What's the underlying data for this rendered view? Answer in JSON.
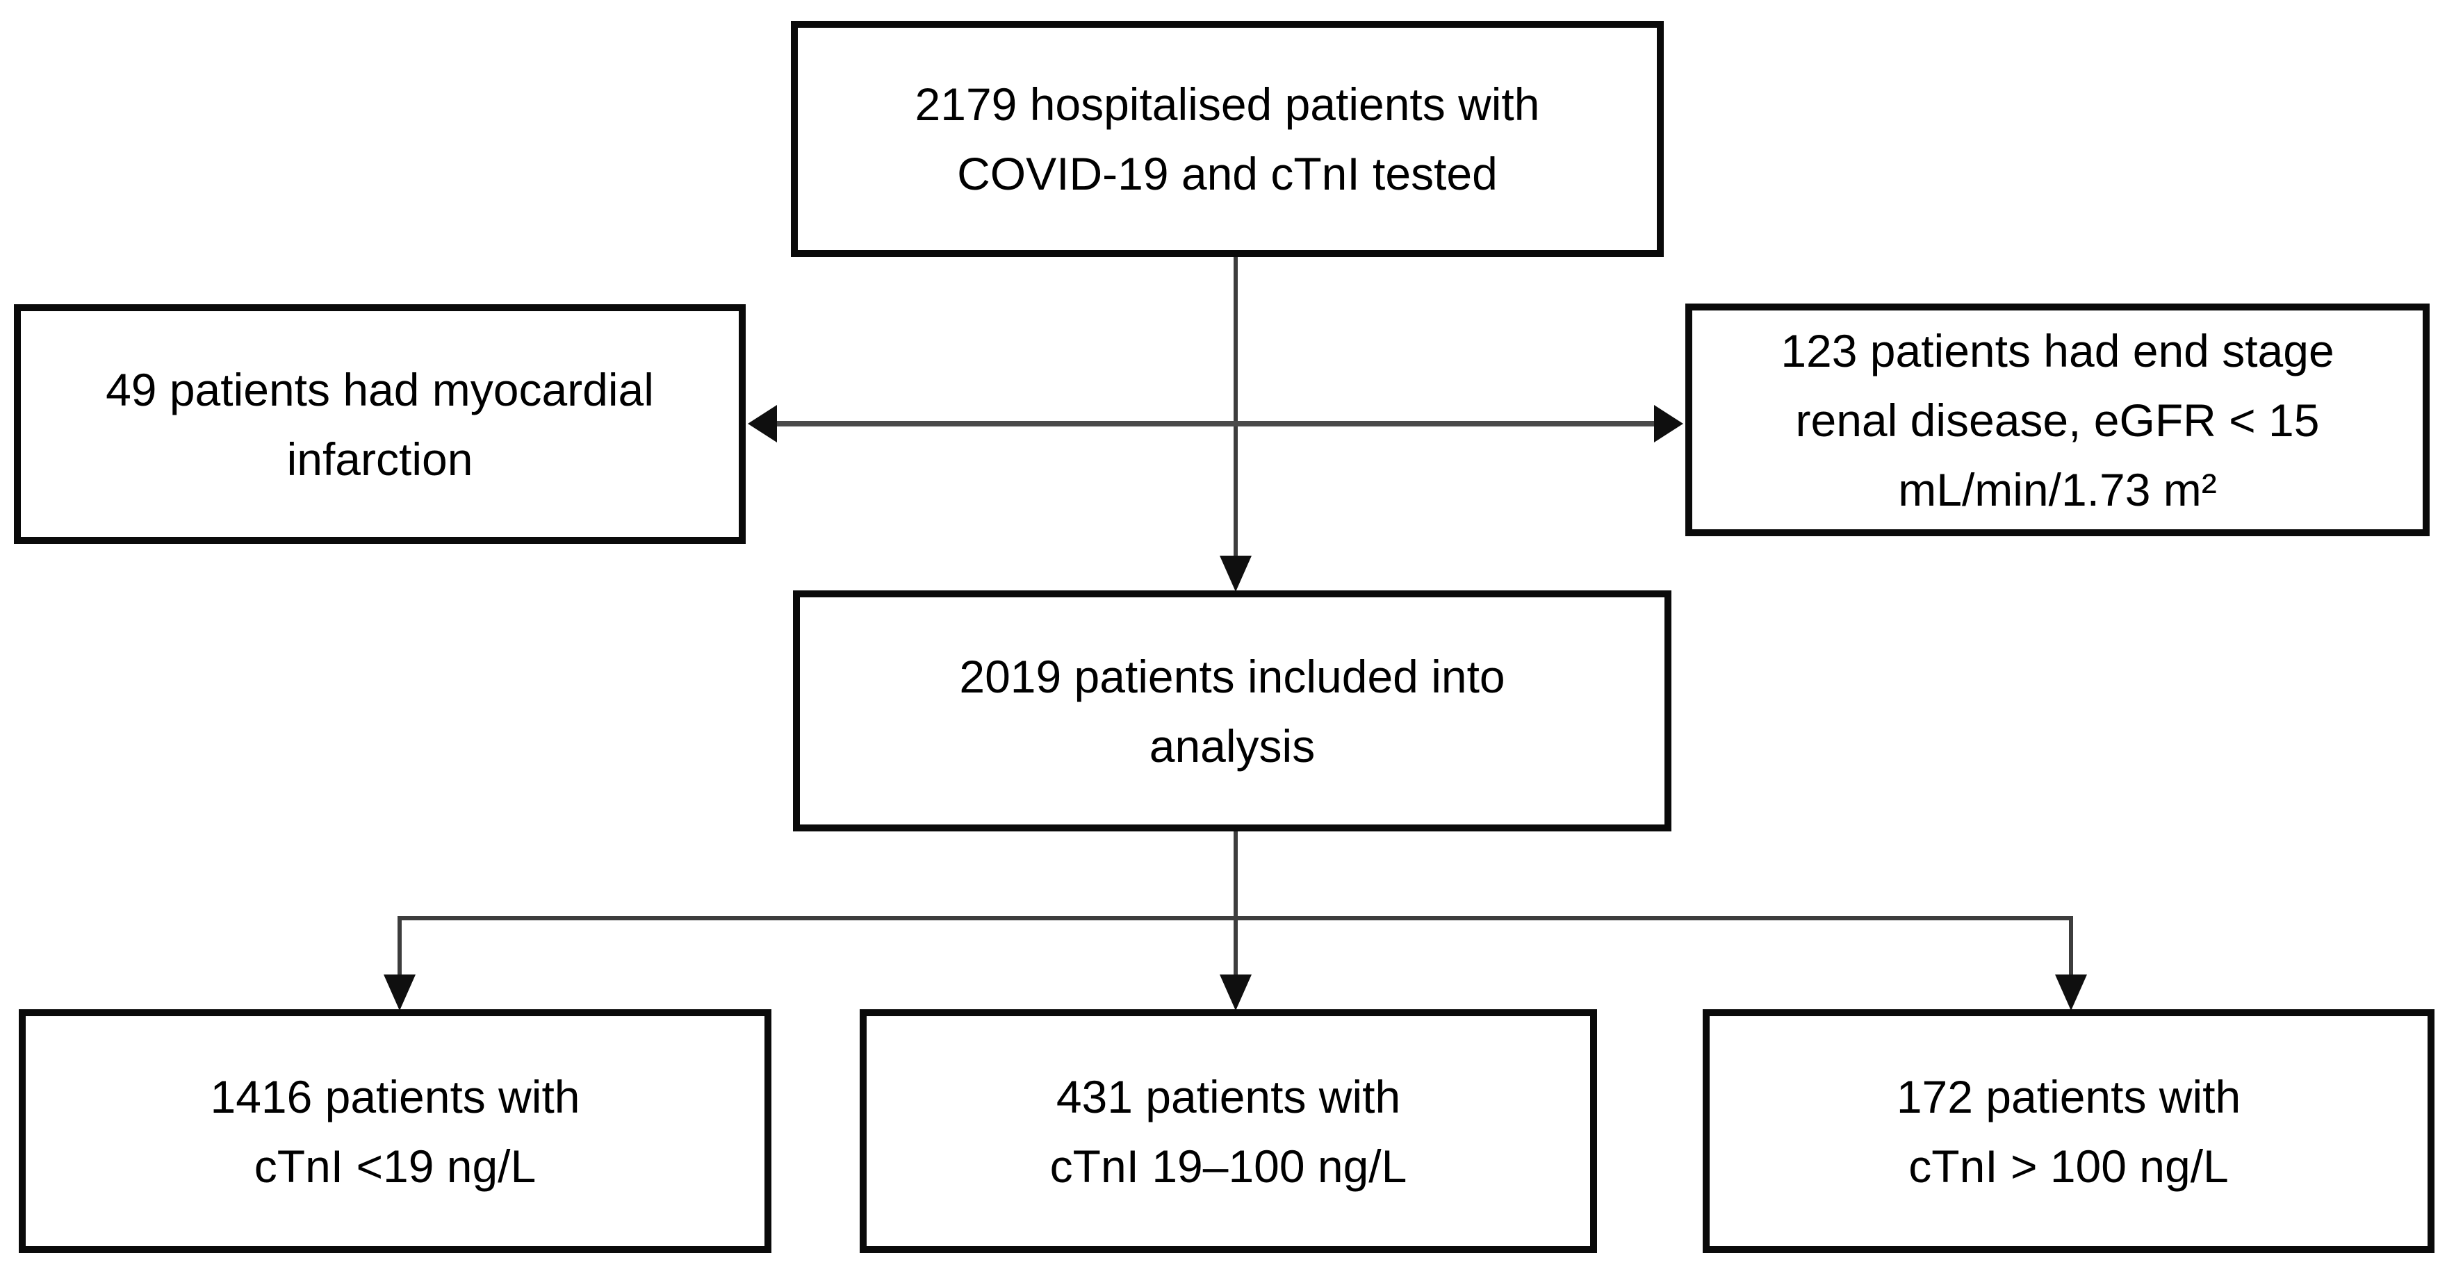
{
  "figure": {
    "type": "patient-flow-diagram",
    "colors": {
      "background": "#ffffff",
      "box_border": "#0a0a0a",
      "box_fill": "#ffffff",
      "connector_line": "#3d3d3d",
      "arrowhead": "#0f0f0f",
      "text": "#000000"
    }
  },
  "nodes": {
    "top": {
      "lines": [
        "2179 hospitalised patients with",
        "COVID-19 and cTnI tested"
      ]
    },
    "excluded_left": {
      "lines": [
        "49 patients had myocardial",
        "infarction"
      ]
    },
    "excluded_right": {
      "lines": [
        "123 patients had end stage",
        "renal disease, eGFR < 15",
        "mL/min/1.73 m²"
      ]
    },
    "included": {
      "lines": [
        "2019 patients included into",
        "analysis"
      ]
    },
    "group_low": {
      "lines": [
        "1416 patients with",
        "cTnI <19 ng/L"
      ]
    },
    "group_mid": {
      "lines": [
        "431 patients with",
        "cTnI 19–100 ng/L"
      ]
    },
    "group_high": {
      "lines": [
        "172 patients with",
        "cTnI > 100 ng/L"
      ]
    }
  }
}
